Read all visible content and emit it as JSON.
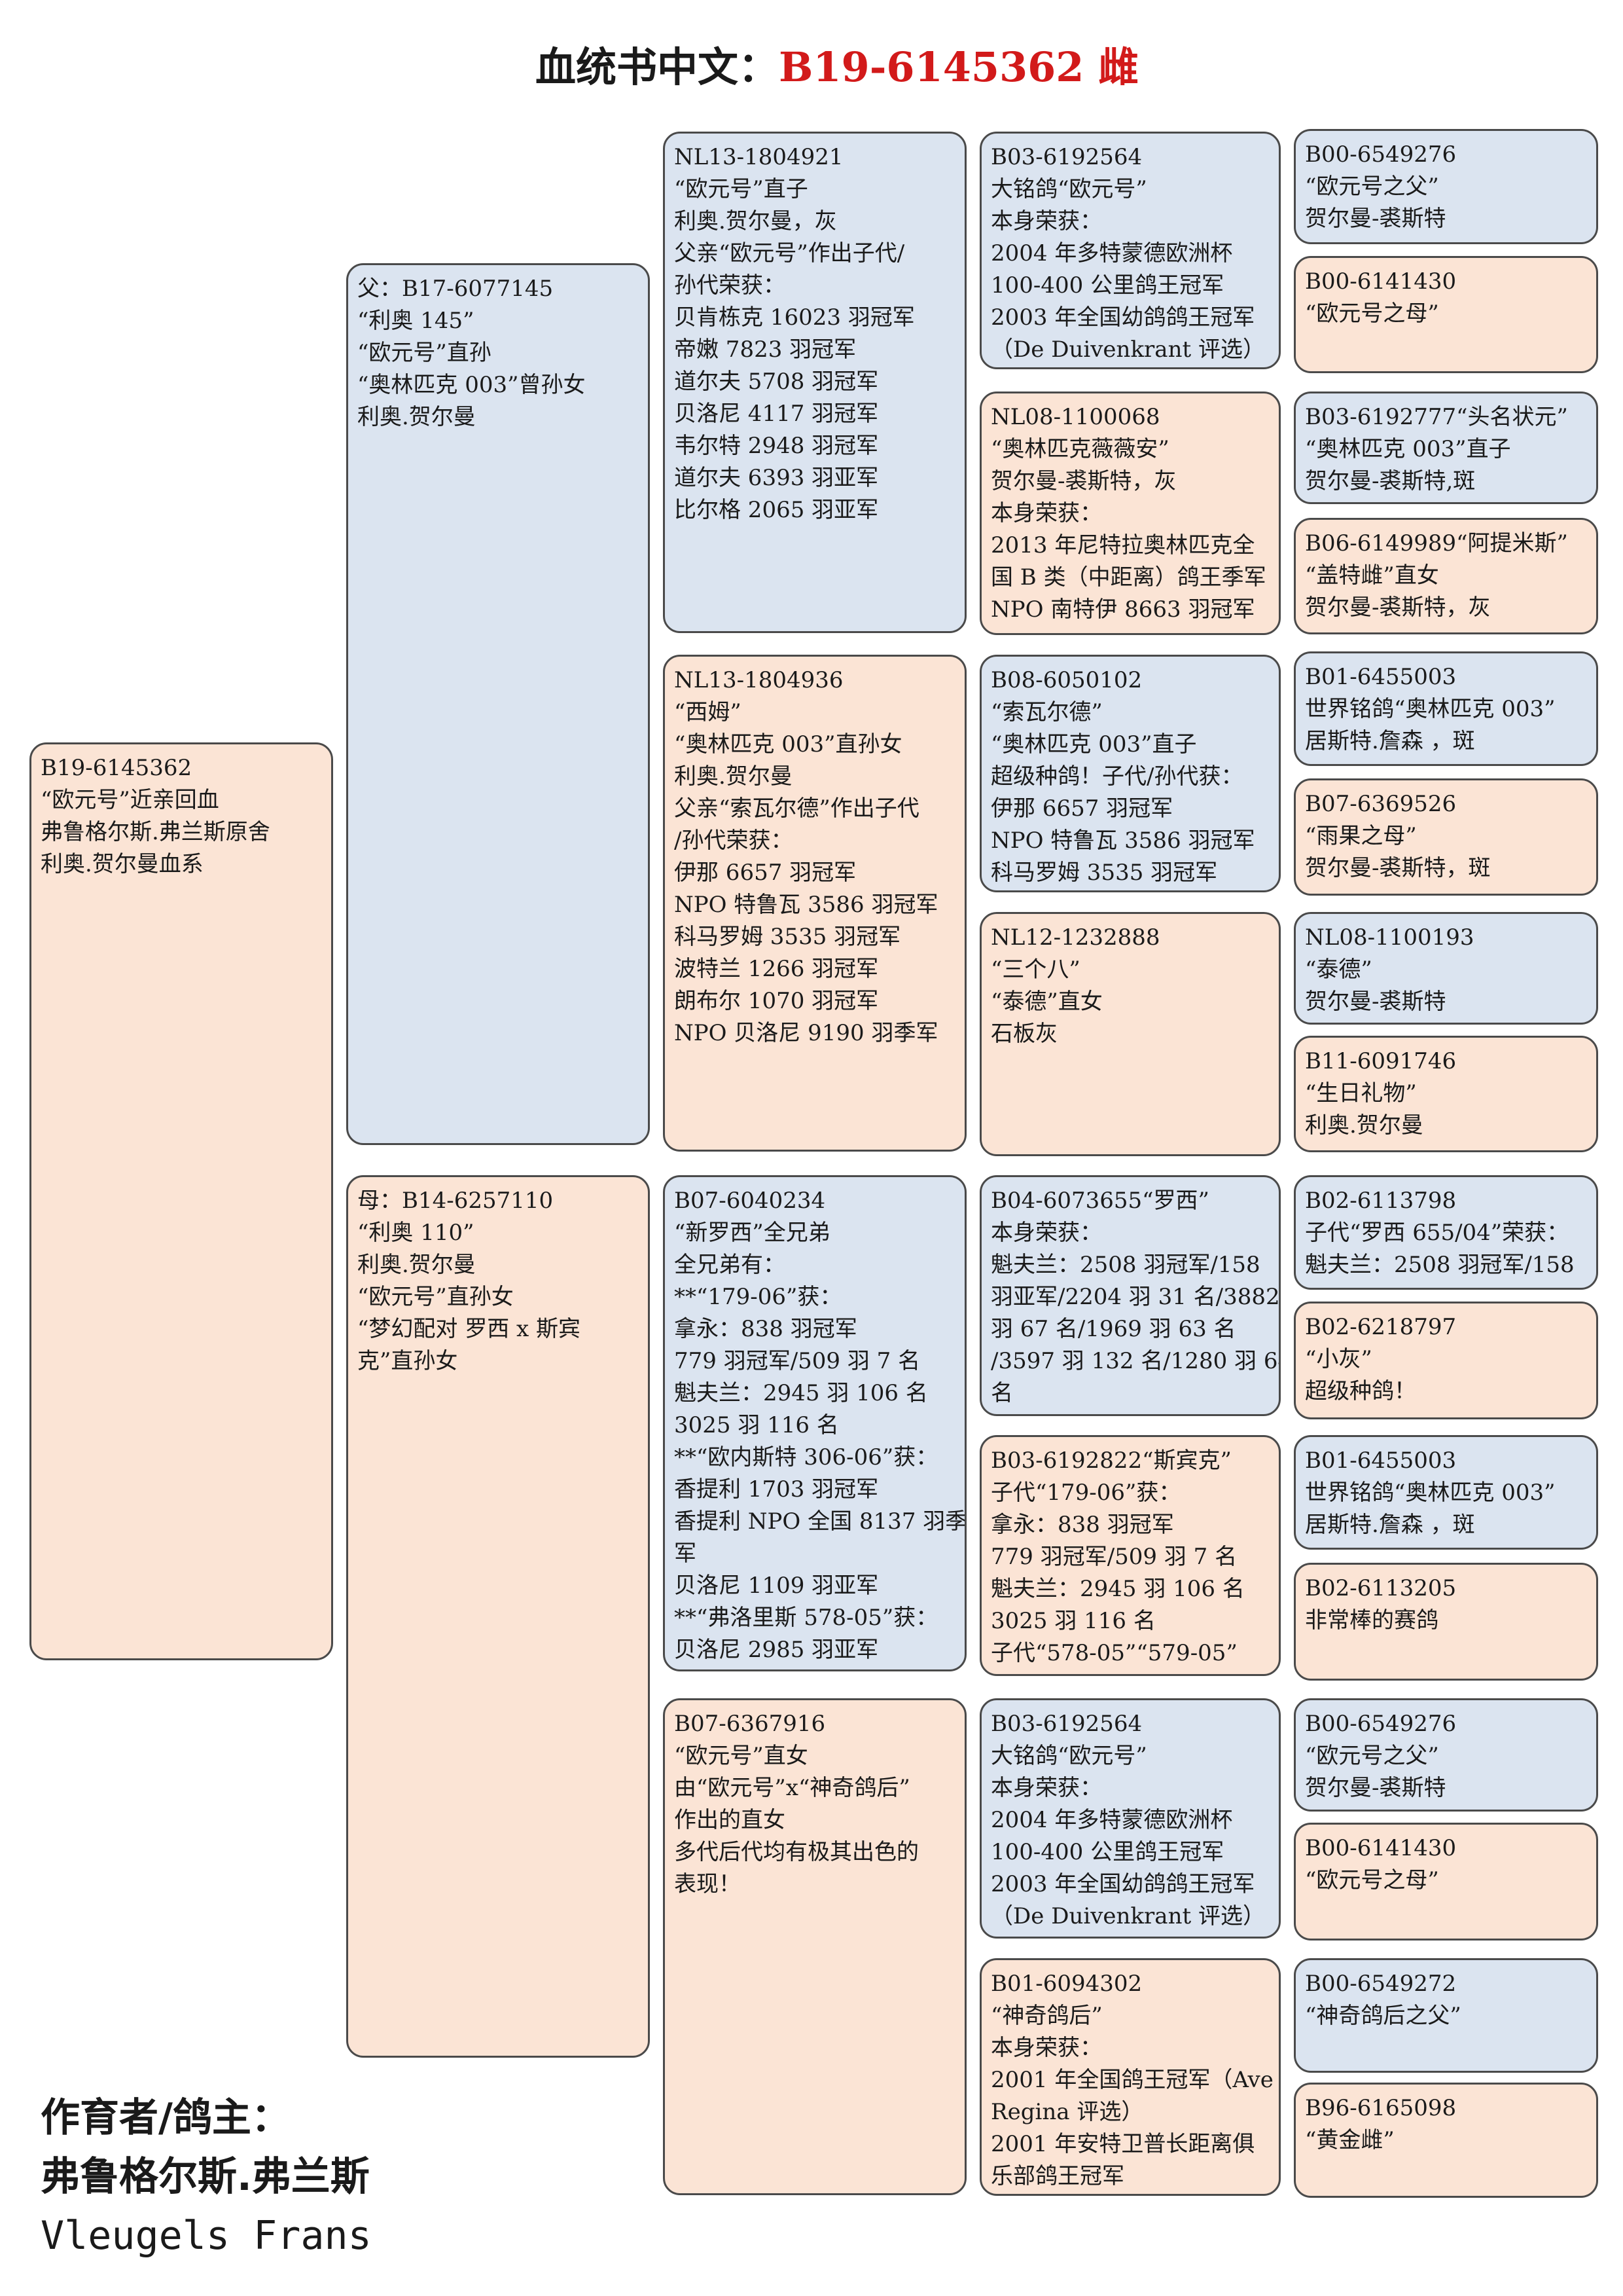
{
  "title": {
    "prefix": "血统书中文：",
    "ring": "B19-6145362 雌"
  },
  "breeder": {
    "label": "作育者/鸽主：",
    "name_cn": "弗鲁格尔斯.弗兰斯",
    "name_en": "Vleugels Frans"
  },
  "subject": {
    "lines": [
      "B19-6145362",
      "“欧元号”近亲回血",
      "弗鲁格尔斯.弗兰斯原舍",
      "利奥.贺尔曼血系"
    ]
  },
  "sire": {
    "lines": [
      "父：B17-6077145",
      "“利奥 145”",
      "“欧元号”直孙",
      "“奥林匹克 003”曾孙女",
      "利奥.贺尔曼"
    ]
  },
  "dam": {
    "lines": [
      "母：B14-6257110",
      "“利奥 110”",
      "利奥.贺尔曼",
      "“欧元号”直孙女",
      "“梦幻配对 罗西 x 斯宾",
      "克”直孙女"
    ]
  },
  "gen3": [
    {
      "lines": [
        "NL13-1804921",
        "“欧元号”直子",
        "利奥.贺尔曼，灰",
        "父亲“欧元号”作出子代/",
        "孙代荣获：",
        "贝肯栋克 16023 羽冠军",
        "帝嫩 7823 羽冠军",
        "道尔夫 5708 羽冠军",
        "贝洛尼 4117 羽冠军",
        "韦尔特 2948 羽冠军",
        "道尔夫 6393 羽亚军",
        "比尔格 2065 羽亚军"
      ]
    },
    {
      "lines": [
        "NL13-1804936",
        "“西姆”",
        "“奥林匹克 003”直孙女",
        "利奥.贺尔曼",
        "父亲“索瓦尔德”作出子代",
        "/孙代荣获：",
        "伊那 6657 羽冠军",
        "NPO 特鲁瓦 3586 羽冠军",
        "科马罗姆 3535 羽冠军",
        "波特兰 1266 羽冠军",
        "朗布尔 1070 羽冠军",
        "NPO 贝洛尼 9190 羽季军"
      ]
    },
    {
      "lines": [
        "B07-6040234",
        "“新罗西”全兄弟",
        "全兄弟有：",
        "**“179-06”获：",
        "拿永：838 羽冠军",
        "779 羽冠军/509 羽 7 名",
        "魁夫兰：2945 羽 106 名",
        "3025 羽 116 名",
        "**“欧内斯特 306-06”获：",
        "香提利 1703 羽冠军",
        "香提利 NPO 全国 8137 羽季",
        "军",
        "贝洛尼 1109 羽亚军",
        "**“弗洛里斯 578-05”获：",
        "贝洛尼 2985 羽亚军"
      ]
    },
    {
      "lines": [
        "B07-6367916",
        "“欧元号”直女",
        "由“欧元号”x“神奇鸽后”",
        "作出的直女",
        "多代后代均有极其出色的",
        "表现！"
      ]
    }
  ],
  "gen4": [
    {
      "lines": [
        "B03-6192564",
        "大铭鸽“欧元号”",
        "本身荣获：",
        "2004 年多特蒙德欧洲杯",
        "100-400 公里鸽王冠军",
        "2003 年全国幼鸽鸽王冠军",
        "（De Duivenkrant 评选）"
      ]
    },
    {
      "lines": [
        "NL08-1100068",
        "“奥林匹克薇薇安”",
        "贺尔曼-裘斯特，灰",
        "本身荣获：",
        "2013 年尼特拉奥林匹克全",
        "国 B 类（中距离）鸽王季军",
        "NPO 南特伊 8663 羽冠军"
      ]
    },
    {
      "lines": [
        "B08-6050102",
        "“索瓦尔德”",
        "“奥林匹克 003”直子",
        "超级种鸽！子代/孙代获：",
        "伊那 6657 羽冠军",
        "NPO 特鲁瓦 3586 羽冠军",
        "科马罗姆 3535 羽冠军"
      ]
    },
    {
      "lines": [
        "NL12-1232888",
        "“三个八”",
        "“泰德”直女",
        "石板灰"
      ]
    },
    {
      "lines": [
        "B04-6073655“罗西”",
        "本身荣获：",
        "魁夫兰：2508 羽冠军/158",
        "羽亚军/2204 羽 31 名/3882",
        "羽 67 名/1969 羽 63 名",
        "/3597 羽 132 名/1280 羽 64",
        "名"
      ]
    },
    {
      "lines": [
        "B03-6192822“斯宾克”",
        "子代“179-06”获：",
        "拿永：838 羽冠军",
        "779 羽冠军/509 羽 7 名",
        "魁夫兰：2945 羽 106 名",
        "3025 羽 116 名",
        "子代“578-05”“579-05”"
      ]
    },
    {
      "lines": [
        "B03-6192564",
        "大铭鸽“欧元号”",
        "本身荣获：",
        "2004 年多特蒙德欧洲杯",
        "100-400 公里鸽王冠军",
        "2003 年全国幼鸽鸽王冠军",
        "（De Duivenkrant 评选）"
      ]
    },
    {
      "lines": [
        "B01-6094302",
        "“神奇鸽后”",
        "本身荣获：",
        "2001 年全国鸽王冠军（Ave",
        "Regina 评选）",
        "2001 年安特卫普长距离俱",
        "乐部鸽王冠军"
      ]
    }
  ],
  "gen5": [
    {
      "lines": [
        "B00-6549276",
        "“欧元号之父”",
        "贺尔曼-裘斯特"
      ]
    },
    {
      "lines": [
        "B00-6141430",
        "“欧元号之母”"
      ]
    },
    {
      "lines": [
        "B03-6192777“头名状元”",
        "“奥林匹克 003”直子",
        "贺尔曼-裘斯特,斑"
      ]
    },
    {
      "lines": [
        "B06-6149989“阿提米斯”",
        "“盖特雌”直女",
        "贺尔曼-裘斯特，灰"
      ]
    },
    {
      "lines": [
        "B01-6455003",
        "世界铭鸽“奥林匹克 003”",
        "居斯特.詹森 ，斑"
      ]
    },
    {
      "lines": [
        "B07-6369526",
        "“雨果之母”",
        "贺尔曼-裘斯特，斑"
      ]
    },
    {
      "lines": [
        "NL08-1100193",
        "“泰德”",
        "贺尔曼-裘斯特"
      ]
    },
    {
      "lines": [
        "B11-6091746",
        "“生日礼物”",
        "利奥.贺尔曼"
      ]
    },
    {
      "lines": [
        "B02-6113798",
        "子代“罗西 655/04”荣获：",
        "魁夫兰：2508 羽冠军/158"
      ]
    },
    {
      "lines": [
        "B02-6218797",
        "“小灰”",
        "超级种鸽！"
      ]
    },
    {
      "lines": [
        "B01-6455003",
        "世界铭鸽“奥林匹克 003”",
        "居斯特.詹森 ，斑"
      ]
    },
    {
      "lines": [
        "B02-6113205",
        "非常棒的赛鸽"
      ]
    },
    {
      "lines": [
        "B00-6549276",
        "“欧元号之父”",
        "贺尔曼-裘斯特"
      ]
    },
    {
      "lines": [
        "B00-6141430",
        "“欧元号之母”"
      ]
    },
    {
      "lines": [
        "B00-6549272",
        "“神奇鸽后之父”"
      ]
    },
    {
      "lines": [
        "B96-6165098",
        "“黄金雌”"
      ]
    }
  ]
}
